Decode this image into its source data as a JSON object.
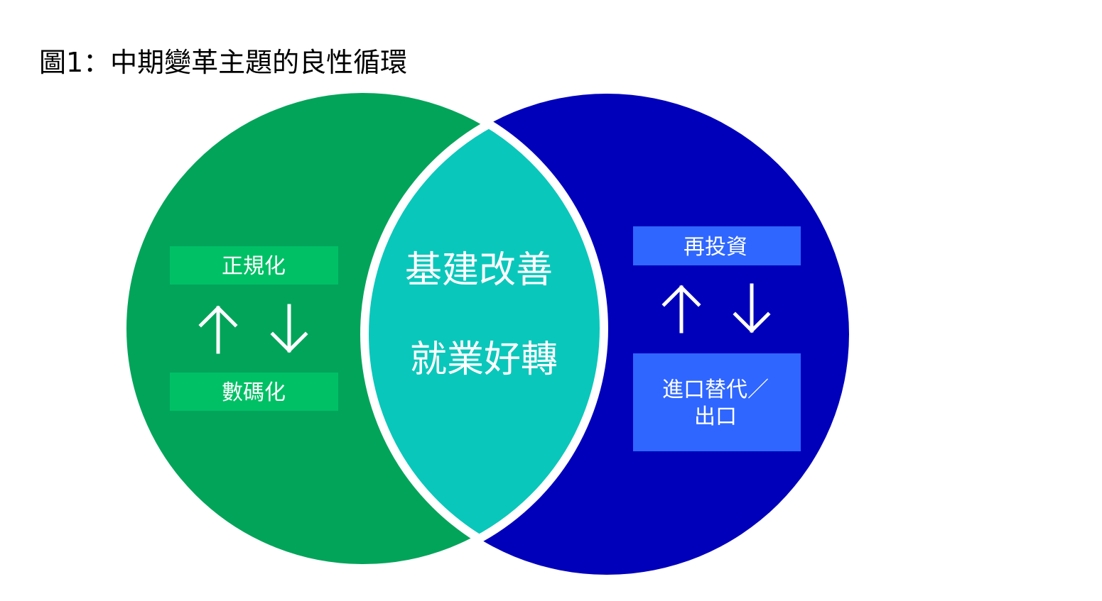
{
  "title": "圖1：中期變革主題的良性循環",
  "colors": {
    "left_circle": "#02A45A",
    "right_circle": "#0000BB",
    "overlap": "#0AC7BB",
    "left_box": "#00C065",
    "right_box": "#2F66FF",
    "text_light": "#FFFFFF",
    "title": "#000000"
  },
  "left_circle": {
    "top_box": "正規化",
    "bottom_box": "數碼化",
    "arrows": [
      "up-arrow-icon",
      "down-arrow-icon"
    ]
  },
  "overlap": {
    "line1": "基建改善",
    "line2": "就業好轉"
  },
  "right_circle": {
    "top_box": "再投資",
    "bottom_box_line1": "進口替代／",
    "bottom_box_line2": "出口",
    "arrows": [
      "up-arrow-icon",
      "down-arrow-icon"
    ]
  }
}
